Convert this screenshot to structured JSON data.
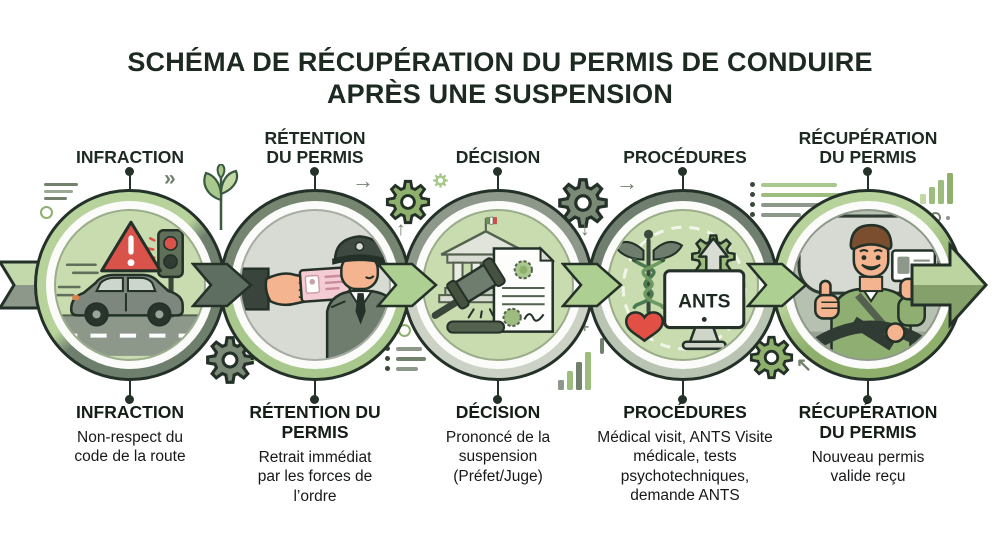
{
  "title": {
    "line1": "SCHÉMA DE RÉCUPÉRATION DU PERMIS DE CONDUIRE",
    "line2": "APRÈS UNE SUSPENSION"
  },
  "steps": [
    {
      "top_label": "INFRACTION",
      "bottom_title": "INFRACTION",
      "description": "Non-respect du code de la route",
      "illustration": "car-warning-traffic-light"
    },
    {
      "top_label": "RÉTENTION DU PERMIS",
      "bottom_title": "RÉTENTION DU PERMIS",
      "description": "Retrait immédiat par les forces de l’ordre",
      "illustration": "hand-license-police-officer"
    },
    {
      "top_label": "DÉCISION",
      "bottom_title": "DÉCISION",
      "description": "Prononcé de la suspension (Préfet/Juge)",
      "illustration": "courthouse-gavel-decree"
    },
    {
      "top_label": "PROCÉDURES",
      "bottom_title": "PROCÉDURES",
      "description": "Médical visit, ANTS Visite médicale, tests psychotechniques, demande ANTS",
      "illustration": "caduceus-heart-ants-monitor",
      "monitor_label": "ANTS"
    },
    {
      "top_label": "RÉCUPÉRATION DU PERMIS",
      "bottom_title": "RÉCUPÉRATION DU PERMIS",
      "description": "Nouveau permis valide reçu",
      "illustration": "happy-driver-thumbs-up-license"
    }
  ],
  "glyphs": {
    "arrow_right": "→",
    "arrow_up": "↑",
    "arrow_down": "↓",
    "arrow_up_right": "↗",
    "arrow_up_left": "↖",
    "double_chevron": "»",
    "plus": "+"
  },
  "colors": {
    "background": "#ffffff",
    "text_dark": "#1d2a22",
    "green_light": "#c9dcb0",
    "green_ring": "#b7d29b",
    "green_mid": "#9cbd7d",
    "gray_ring": "#8d988b",
    "gray_dark": "#6f7e6e",
    "outline": "#243128",
    "alert_red": "#d9534a"
  }
}
